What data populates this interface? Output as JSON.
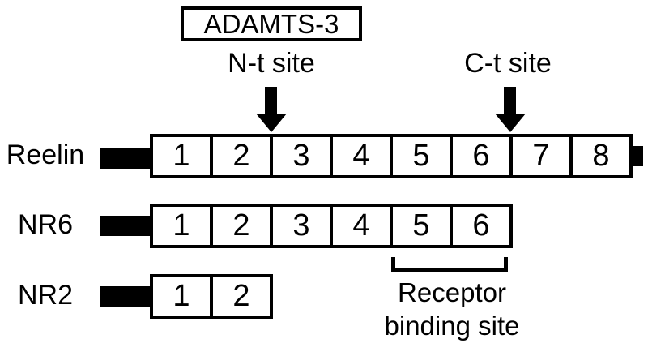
{
  "enzyme": {
    "label": "ADAMTS-3"
  },
  "cleavage_sites": [
    {
      "id": "nt",
      "label": "N-t site"
    },
    {
      "id": "ct",
      "label": "C-t site"
    }
  ],
  "rows": [
    {
      "name": "Reelin",
      "domains": [
        "1",
        "2",
        "3",
        "4",
        "5",
        "6",
        "7",
        "8"
      ]
    },
    {
      "name": "NR6",
      "domains": [
        "1",
        "2",
        "3",
        "4",
        "5",
        "6"
      ]
    },
    {
      "name": "NR2",
      "domains": [
        "1",
        "2"
      ]
    }
  ],
  "receptor_binding_site": {
    "line1": "Receptor",
    "line2": "binding site"
  },
  "colors": {
    "foreground": "#000000",
    "background": "#ffffff"
  }
}
